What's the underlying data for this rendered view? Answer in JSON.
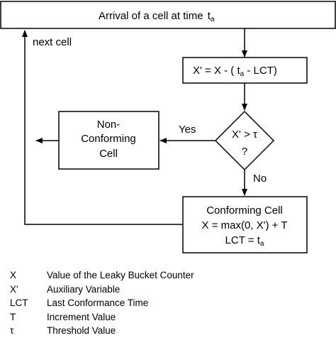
{
  "header": {
    "text": "Arrival of a cell at time ",
    "sub": "a",
    "t": "t"
  },
  "labels": {
    "next_cell": "next cell",
    "yes": "Yes",
    "no": "No"
  },
  "update_box": {
    "text": "X' = X - ( ",
    "t": "t",
    "sub": "a",
    "tail": " - LCT)"
  },
  "decision": {
    "line1": "X' > ",
    "tau": "τ",
    "line2": "?"
  },
  "nonconforming": {
    "line1": "Non-",
    "line2": "Conforming",
    "line3": "Cell"
  },
  "conforming": {
    "line1": "Conforming Cell",
    "line2": "X = max(0, X') + T",
    "line3": "LCT = ",
    "t": "t",
    "sub": "a"
  },
  "legend": [
    {
      "symbol": "X",
      "description": "Value of the Leaky Bucket Counter"
    },
    {
      "symbol": "X'",
      "description": "Auxiliary Variable"
    },
    {
      "symbol": "LCT",
      "description": "Last Conformance Time"
    },
    {
      "symbol": "T",
      "description": "Increment Value"
    },
    {
      "symbol": "τ",
      "description": "Threshold Value"
    }
  ]
}
